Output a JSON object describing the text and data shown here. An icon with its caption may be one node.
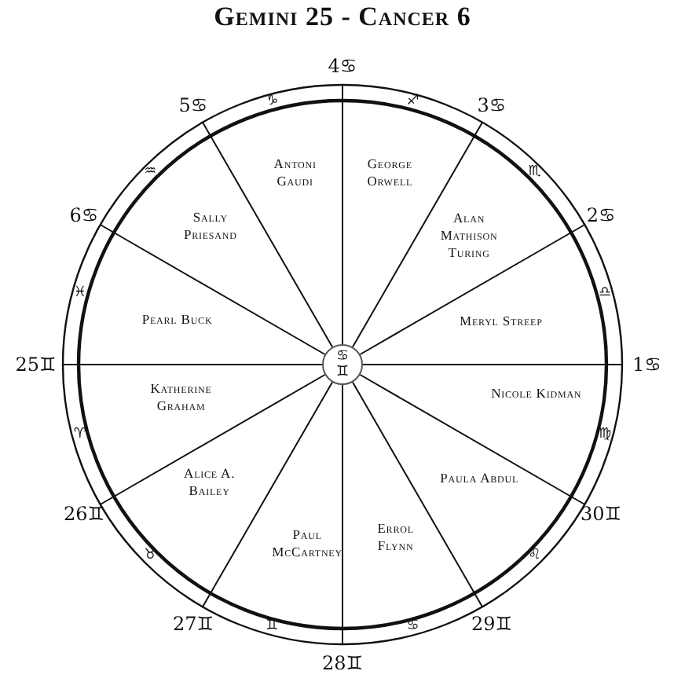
{
  "diagram": {
    "title": "Gemini 25 - Cancer 6",
    "nodes": [
      {
        "text": [
          "Antoni Gaudi"
        ]
      },
      {
        "text": [
          "George Orwell"
        ]
      },
      {
        "text": [
          "Sally Priesand"
        ]
      },
      {
        "text": [
          "Alan Mathison Turing"
        ]
      },
      {
        "text": [
          "Pearl Buck"
        ]
      },
      {
        "text": [
          "Meryl Streep"
        ]
      },
      {
        "text": [
          "♋",
          "♊"
        ]
      },
      {
        "text": [
          "Katherine Graham"
        ]
      },
      {
        "text": [
          "Nicole Kidman"
        ]
      },
      {
        "text": [
          "Alice A. Bailey"
        ]
      },
      {
        "text": [
          "Paula Abdul"
        ]
      },
      {
        "text": [
          "Paul McCartney"
        ]
      },
      {
        "text": [
          "Errol Flynn"
        ]
      }
    ],
    "labels": [
      "4♋",
      "♑",
      "♐",
      "5♋",
      "3♋",
      "♒",
      "♏",
      "6♋",
      "2♋",
      "♓",
      "♎",
      "25♊",
      "1♋",
      "♈",
      "♍",
      "26♊",
      "30♊",
      "♉",
      "♌",
      "27♊",
      "♊",
      "♋",
      "29♊",
      "28♊"
    ]
  }
}
